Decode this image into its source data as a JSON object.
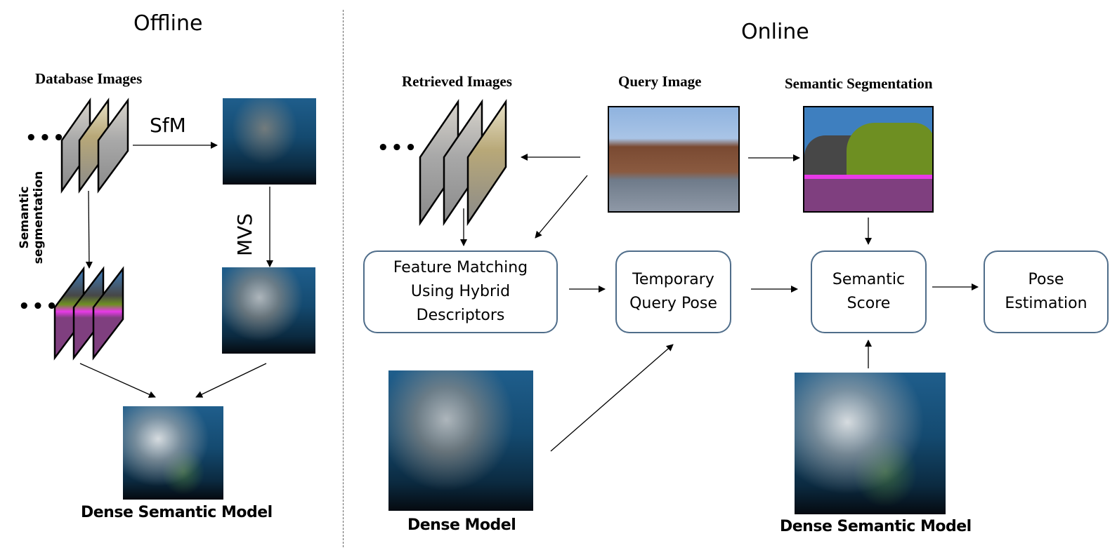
{
  "sections": {
    "offline": {
      "title": "Offline"
    },
    "online": {
      "title": "Online"
    }
  },
  "offline": {
    "database_images_label": "Database Images",
    "sfm_label": "SfM",
    "mvs_label": "MVS",
    "semantic_segmentation_label_line1": "Semantic",
    "semantic_segmentation_label_line2": "segmentation",
    "ellipsis": "•••",
    "dense_semantic_model_label": "Dense Semantic Model"
  },
  "online": {
    "retrieved_images_label": "Retrieved Images",
    "query_image_label": "Query Image",
    "semantic_segmentation_label": "Semantic Segmentation",
    "ellipsis": "•••",
    "boxes": {
      "feature_matching": {
        "line1": "Feature Matching",
        "line2": "Using Hybrid",
        "line3": "Descriptors"
      },
      "temporary_pose": {
        "line1": "Temporary",
        "line2": "Query Pose"
      },
      "semantic_score": {
        "line1": "Semantic",
        "line2": "Score"
      },
      "pose_estimation": {
        "line1": "Pose",
        "line2": "Estimation"
      }
    },
    "dense_model_label": "Dense Model",
    "dense_semantic_model_label": "Dense Semantic Model"
  },
  "colors": {
    "box_border": "#4f6d8a",
    "segmentation": {
      "sky": "#3e7fbf",
      "building": "#474747",
      "vegetation": "#6e8f22",
      "road": "#7f3f7f",
      "sidewalk": "#e83ae8",
      "car": "#e8163a"
    }
  }
}
